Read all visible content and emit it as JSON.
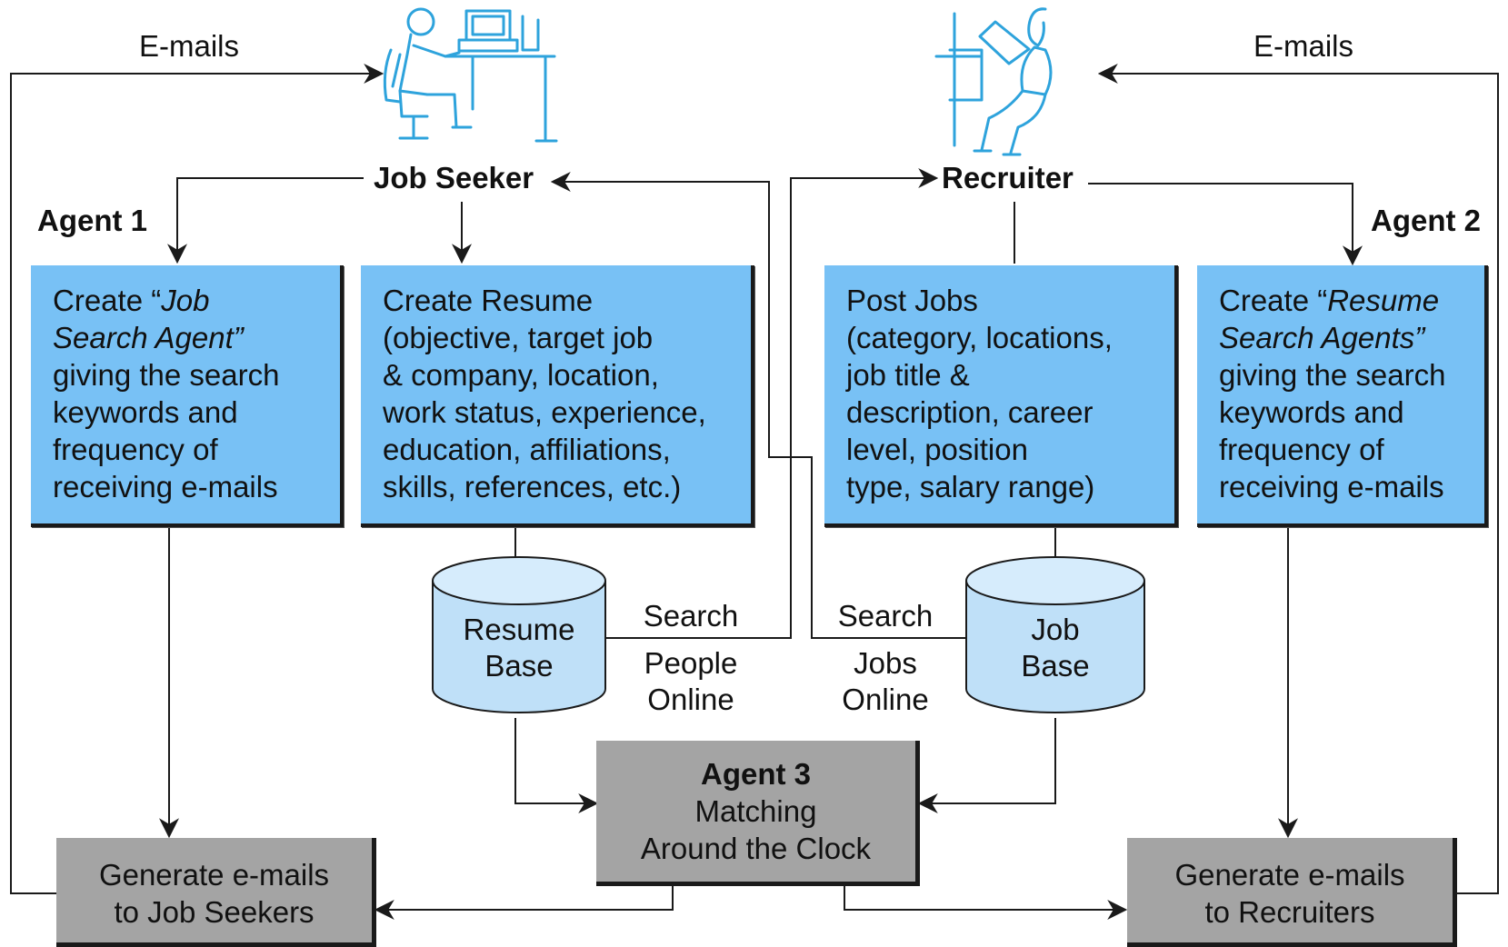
{
  "labels": {
    "emails_left": "E-mails",
    "emails_right": "E-mails",
    "job_seeker": "Job Seeker",
    "recruiter": "Recruiter",
    "agent1": "Agent 1",
    "agent2": "Agent 2",
    "search_people_online": [
      "Search",
      "People",
      "Online"
    ],
    "search_jobs_online": [
      "Search",
      "Jobs",
      "Online"
    ]
  },
  "boxes": {
    "job_search_agent": {
      "line1_prefix": "Create “",
      "line1_em": "Job",
      "line2_em": "Search Agent”",
      "rest": [
        "giving the search",
        "keywords and",
        "frequency of",
        "receiving e-mails"
      ]
    },
    "create_resume": {
      "lines": [
        "Create Resume",
        "(objective, target job",
        "& company, location,",
        "work status, experience,",
        "education, affiliations,",
        "skills, references, etc.)"
      ]
    },
    "post_jobs": {
      "lines": [
        "Post Jobs",
        "(category, locations,",
        "job title &",
        "description, career",
        "level, position",
        "type, salary range)"
      ]
    },
    "resume_search_agents": {
      "line1_prefix": "Create “",
      "line1_em": "Resume",
      "line2_em": "Search Agents”",
      "rest": [
        "giving the search",
        "keywords and",
        "frequency of",
        "receiving e-mails"
      ]
    },
    "agent3": {
      "title": "Agent 3",
      "lines": [
        "Matching",
        "Around the Clock"
      ]
    },
    "gen_job_seekers": {
      "lines": [
        "Generate e-mails",
        "to Job Seekers"
      ]
    },
    "gen_recruiters": {
      "lines": [
        "Generate e-mails",
        "to Recruiters"
      ]
    }
  },
  "databases": {
    "resume_base": [
      "Resume",
      "Base"
    ],
    "job_base": [
      "Job",
      "Base"
    ]
  },
  "colors": {
    "box_blue": "#78c1f5",
    "box_gray": "#a4a4a4",
    "cylinder_top": "#cfe8fb",
    "cylinder_body": "#bfe0f8",
    "figure_stroke": "#2ea3dc",
    "line": "#1a1a1a"
  },
  "icons": {
    "job_seeker": "person-at-computer-icon",
    "recruiter": "person-reading-document-icon"
  }
}
